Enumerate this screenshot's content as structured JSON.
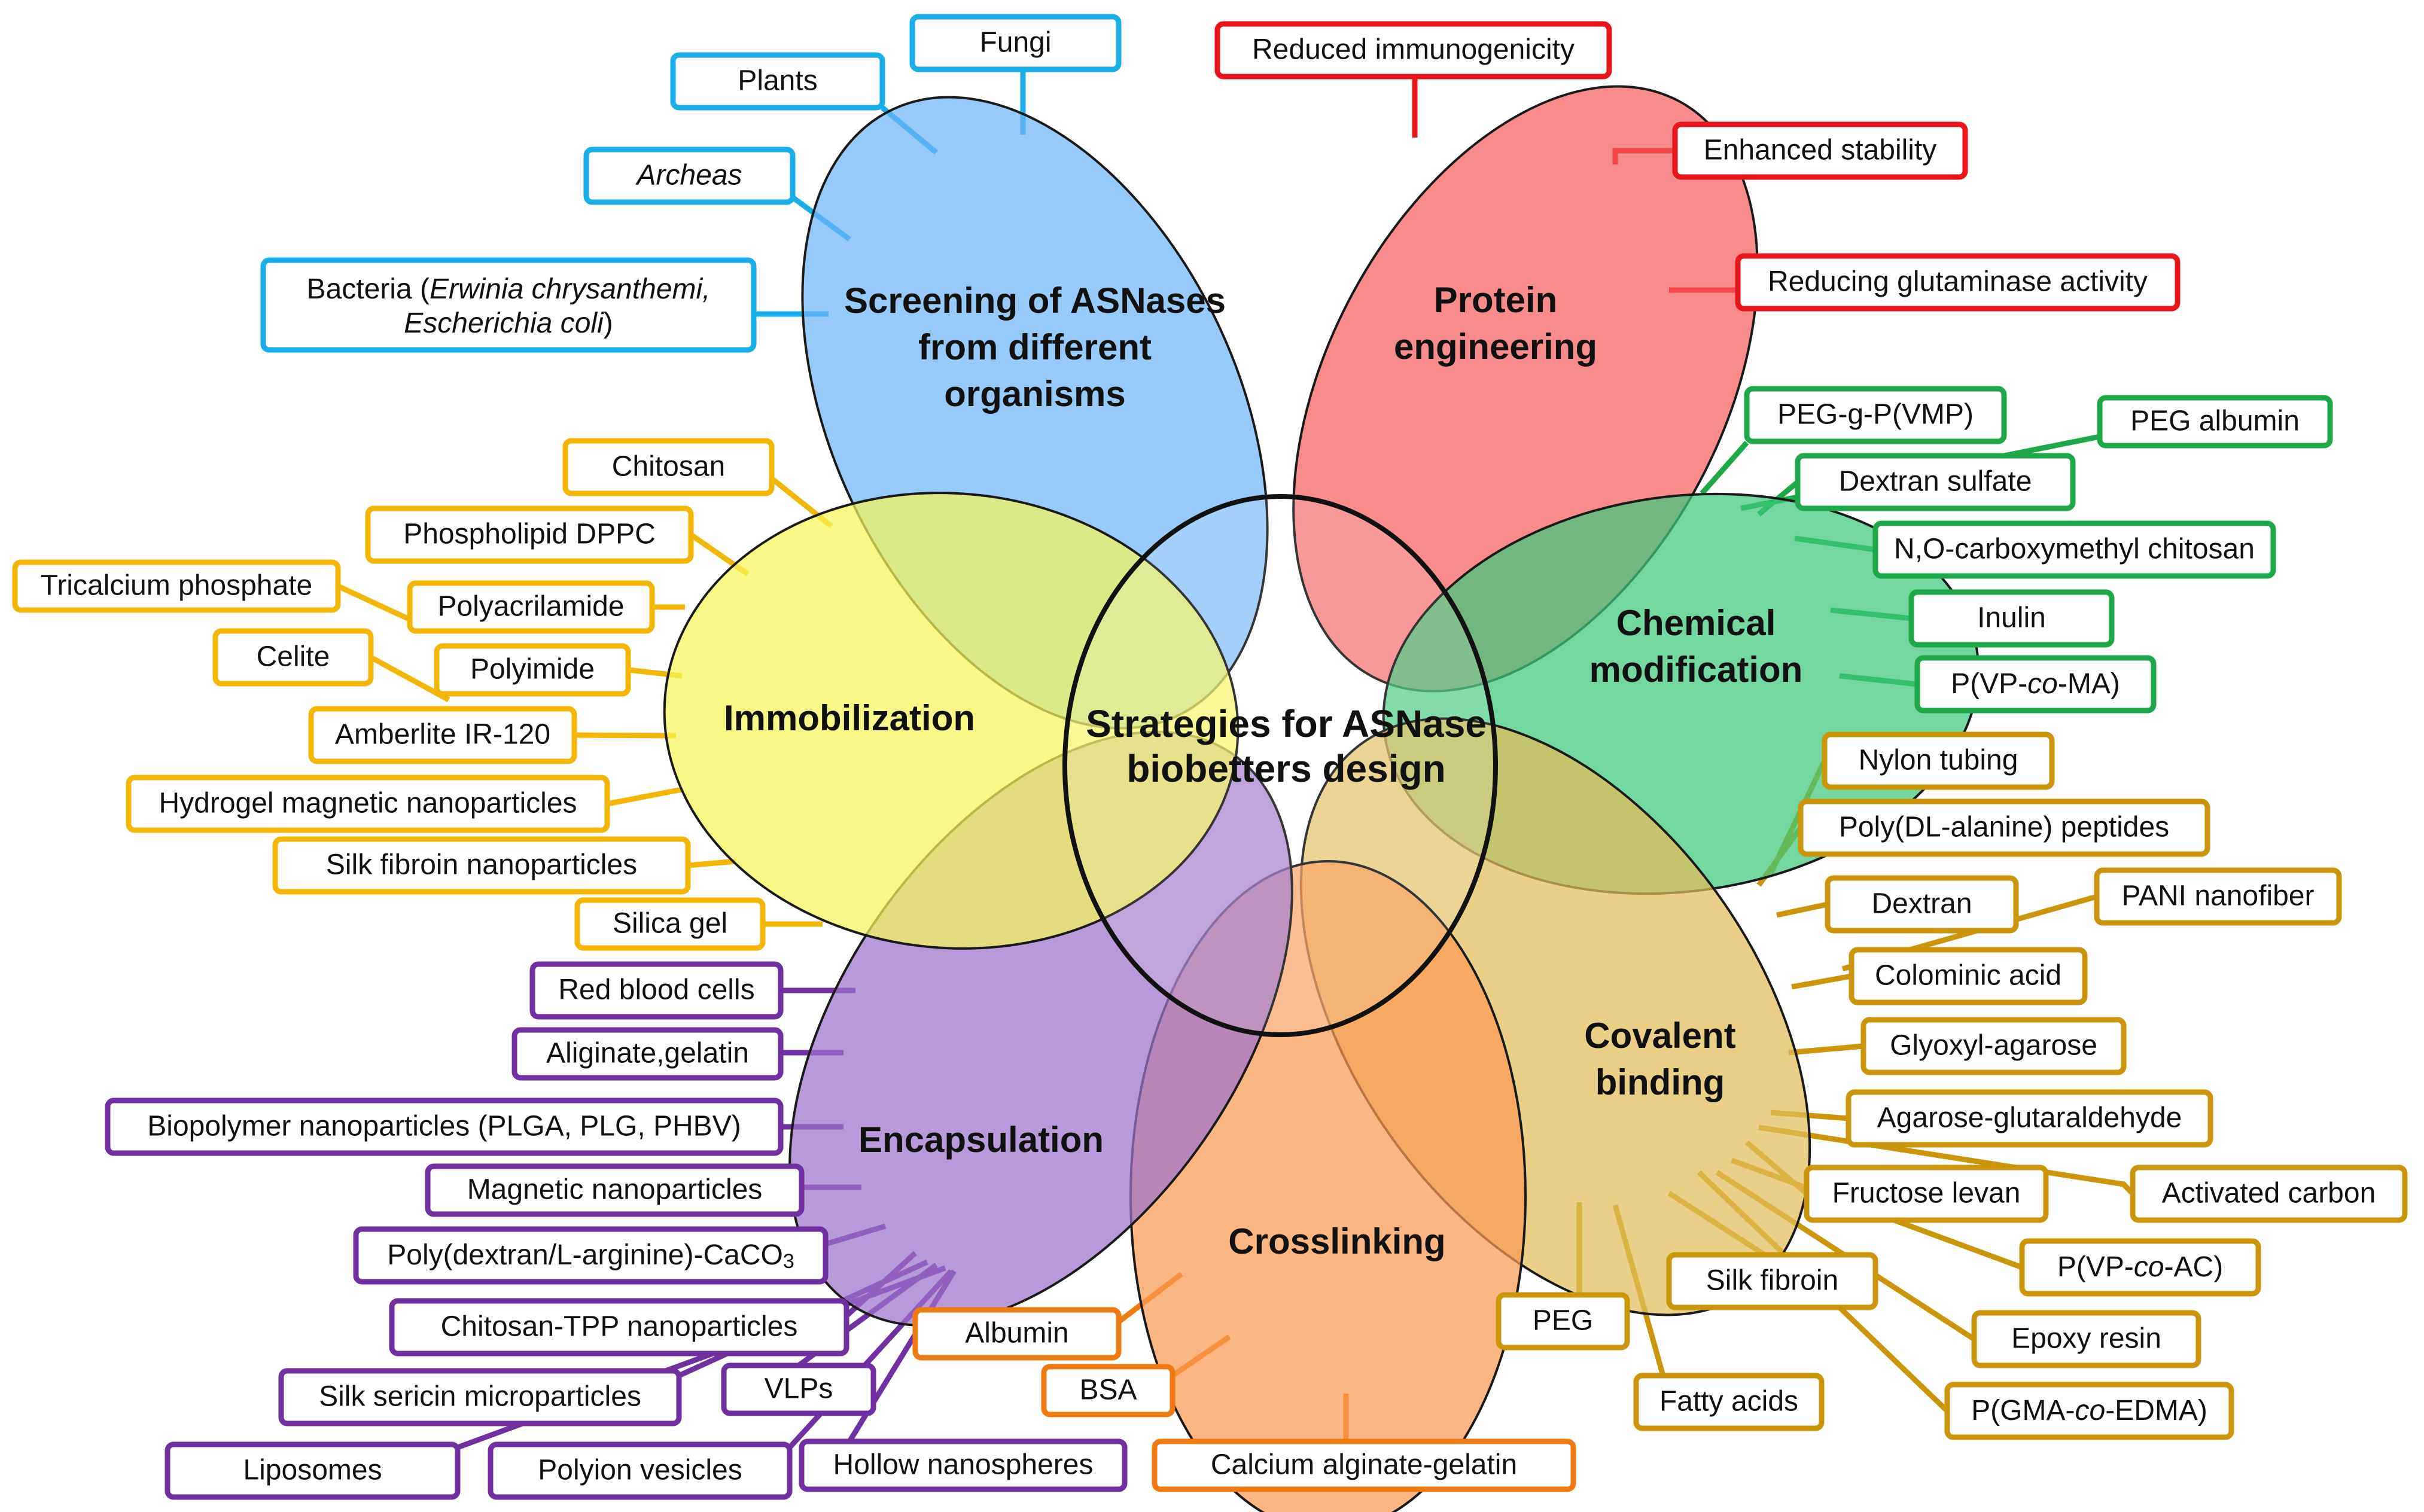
{
  "center": {
    "line1": "Strategies for ASNase",
    "line2": "biobetters design"
  },
  "colors": {
    "blue": "#1aaee8",
    "red": "#e8161c",
    "green": "#1fa84a",
    "yellow": "#f2b705",
    "orange": "#f07a12",
    "purple": "#7030a0",
    "tan": "#c9960c"
  },
  "petals": [
    {
      "id": "screening",
      "lines": [
        "Screening of ASNases",
        "from different",
        "organisms"
      ],
      "fill": "#6fb4f7"
    },
    {
      "id": "protein",
      "lines": [
        "Protein",
        "engineering"
      ],
      "fill": "#f55e5e"
    },
    {
      "id": "chemical",
      "lines": [
        "Chemical",
        "modification"
      ],
      "fill": "#3fc77a"
    },
    {
      "id": "covalent",
      "lines": [
        "Covalent",
        "binding"
      ],
      "fill": "#e2bd5a"
    },
    {
      "id": "crosslinking",
      "lines": [
        "Crosslinking"
      ],
      "fill": "#f99a55"
    },
    {
      "id": "encapsulation",
      "lines": [
        "Encapsulation"
      ],
      "fill": "#9c72cb"
    },
    {
      "id": "immobilization",
      "lines": [
        "Immobilization"
      ],
      "fill": "#f5f55a"
    }
  ],
  "labels": {
    "screening": [
      {
        "text": "Fungi"
      },
      {
        "text": "Plants"
      },
      {
        "text": "Archeas",
        "italic": true
      },
      {
        "parts": [
          {
            "t": "Bacteria ("
          },
          {
            "t": "Erwinia chrysanthemi,",
            "i": true
          }
        ],
        "parts2": [
          {
            "t": "Escherichia coli",
            "i": true
          },
          {
            "t": ")"
          }
        ]
      }
    ],
    "protein": [
      {
        "text": "Reduced immunogenicity"
      },
      {
        "text": "Enhanced stability"
      },
      {
        "text": "Reducing glutaminase activity"
      }
    ],
    "chemical": [
      {
        "text": "PEG-g-P(VMP)"
      },
      {
        "text": "PEG albumin"
      },
      {
        "text": "Dextran sulfate"
      },
      {
        "text": "N,O-carboxymethyl chitosan"
      },
      {
        "text": "Inulin"
      },
      {
        "parts": [
          {
            "t": "P(VP-"
          },
          {
            "t": "co",
            "i": true
          },
          {
            "t": "-MA)"
          }
        ]
      }
    ],
    "covalent": [
      {
        "text": "Nylon tubing"
      },
      {
        "text": "Poly(DL-alanine) peptides"
      },
      {
        "text": "Dextran"
      },
      {
        "text": "PANI nanofiber"
      },
      {
        "text": "Colominic acid"
      },
      {
        "text": "Glyoxyl-agarose"
      },
      {
        "text": "Agarose-glutaraldehyde"
      },
      {
        "text": "Fructose levan"
      },
      {
        "text": "Activated carbon"
      },
      {
        "parts": [
          {
            "t": "P(VP-"
          },
          {
            "t": "co",
            "i": true
          },
          {
            "t": "-AC)"
          }
        ]
      },
      {
        "text": "Silk fibroin"
      },
      {
        "text": "Epoxy resin"
      },
      {
        "text": "PEG"
      },
      {
        "text": "Fatty acids"
      },
      {
        "parts": [
          {
            "t": "P(GMA-"
          },
          {
            "t": "co",
            "i": true
          },
          {
            "t": "-EDMA)"
          }
        ]
      }
    ],
    "crosslinking": [
      {
        "text": "Albumin"
      },
      {
        "text": "BSA"
      },
      {
        "text": "Calcium alginate-gelatin"
      }
    ],
    "encapsulation": [
      {
        "text": "Red blood cells"
      },
      {
        "text": "Aliginate,gelatin"
      },
      {
        "text": "Biopolymer nanoparticles (PLGA, PLG, PHBV)"
      },
      {
        "text": "Magnetic nanoparticles"
      },
      {
        "parts": [
          {
            "t": "Poly(dextran/L-arginine)-CaCO"
          },
          {
            "t": "3",
            "sub": true
          }
        ]
      },
      {
        "text": "Chitosan-TPP nanoparticles"
      },
      {
        "text": "Silk sericin microparticles"
      },
      {
        "text": "VLPs"
      },
      {
        "text": "Liposomes"
      },
      {
        "text": "Polyion vesicles"
      },
      {
        "text": "Hollow nanospheres"
      }
    ],
    "immobilization": [
      {
        "text": "Chitosan"
      },
      {
        "text": "Phospholipid DPPC"
      },
      {
        "text": "Tricalcium phosphate"
      },
      {
        "text": "Polyacrilamide"
      },
      {
        "text": "Celite"
      },
      {
        "text": "Polyimide"
      },
      {
        "text": "Amberlite IR-120"
      },
      {
        "text": "Hydrogel magnetic nanoparticles"
      },
      {
        "text": "Silk fibroin nanoparticles"
      },
      {
        "text": "Silica gel"
      }
    ]
  }
}
